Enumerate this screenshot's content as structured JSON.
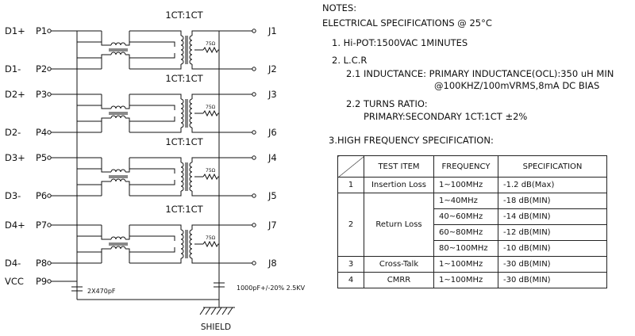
{
  "schematic": {
    "left_pins": [
      {
        "signal": "D1+",
        "pin": "P1"
      },
      {
        "signal": "D1-",
        "pin": "P2"
      },
      {
        "signal": "D2+",
        "pin": "P3"
      },
      {
        "signal": "D2-",
        "pin": "P4"
      },
      {
        "signal": "D3+",
        "pin": "P5"
      },
      {
        "signal": "D3-",
        "pin": "P6"
      },
      {
        "signal": "D4+",
        "pin": "P7"
      },
      {
        "signal": "D4-",
        "pin": "P8"
      },
      {
        "signal": "VCC",
        "pin": "P9"
      }
    ],
    "right_pins": [
      "J1",
      "J2",
      "J3",
      "J6",
      "J4",
      "J5",
      "J7",
      "J8"
    ],
    "ratio_labels": [
      "1CT:1CT",
      "1CT:1CT",
      "1CT:1CT",
      "1CT:1CT"
    ],
    "resistor_label": "75Ω",
    "left_cap_label": "2X470pF",
    "right_cap_label": "1000pF+/-20% 2.5KV",
    "shield_label": "SHIELD"
  },
  "notes": {
    "heading": "NOTES:",
    "elec_spec": "ELECTRICAL SPECIFICATIONS @ 25°C",
    "item1": "1. Hi-POT:1500VAC 1MINUTES",
    "item2": "2. L.C.R",
    "item2_1_line1": "2.1 INDUCTANCE: PRIMARY INDUCTANCE(OCL):350 uH MIN",
    "item2_1_line2": "@100KHZ/100mVRMS,8mA DC BIAS",
    "item2_2_line1": "2.2 TURNS RATIO:",
    "item2_2_line2": "PRIMARY:SECONDARY 1CT:1CT ±2%",
    "item3": "3.HIGH FREQUENCY SPECIFICATION:"
  },
  "table": {
    "headers": [
      "TEST ITEM",
      "FREQUENCY",
      "SPECIFICATION"
    ],
    "row1": {
      "no": "1",
      "item": "Insertion Loss",
      "freq": "1~100MHz",
      "spec": "-1.2 dB(Max)"
    },
    "row2": {
      "no": "2",
      "item": "Return Loss",
      "sub": [
        {
          "freq": "1~40MHz",
          "spec": "-18 dB(MIN)"
        },
        {
          "freq": "40~60MHz",
          "spec": "-14 dB(MIN)"
        },
        {
          "freq": "60~80MHz",
          "spec": "-12 dB(MIN)"
        },
        {
          "freq": "80~100MHz",
          "spec": "-10 dB(MIN)"
        }
      ]
    },
    "row3": {
      "no": "3",
      "item": "Cross-Talk",
      "freq": "1~100MHz",
      "spec": "-30 dB(MIN)"
    },
    "row4": {
      "no": "4",
      "item": "CMRR",
      "freq": "1~100MHz",
      "spec": "-30 dB(MIN)"
    }
  }
}
